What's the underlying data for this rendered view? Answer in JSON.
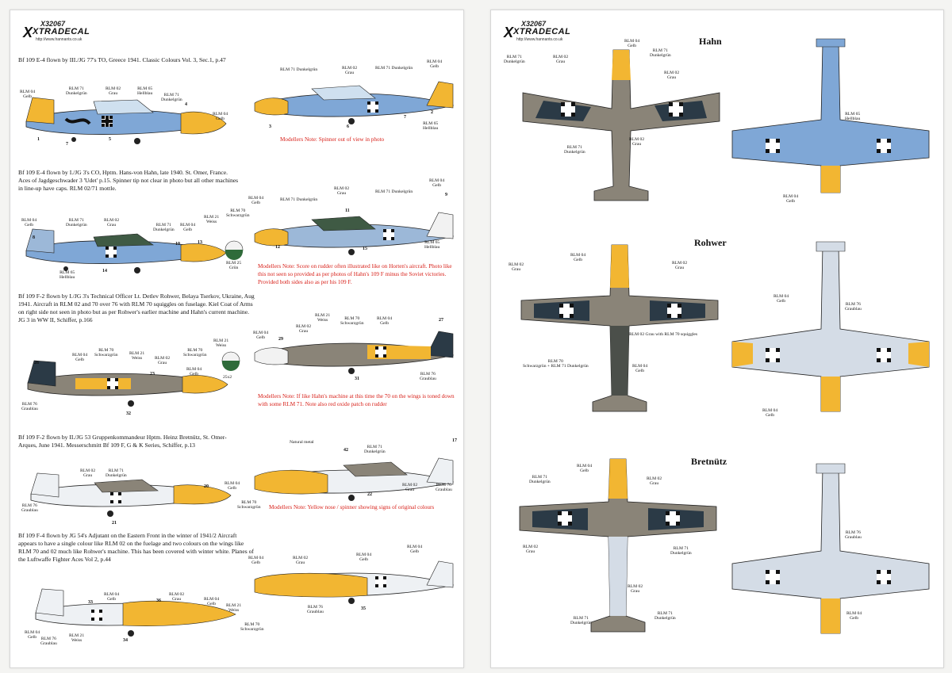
{
  "logo": {
    "code": "X32067",
    "word": "XTRADECAL",
    "url": "http://www.hannants.co.uk"
  },
  "aircraft": [
    {
      "desc": "Bf 109 E-4 flown by III./JG 77's TO, Greece 1941. Classic Colours Vol. 3, Sec.1, p.47",
      "note": "Modellers Note: Spinner out of view in photo"
    },
    {
      "desc": "Bf 109 E-4 flown by I./JG 3's CO, Hptm. Hans-von Hahn, late 1940. St. Omer, France. Aces of Jagdgeschwader 3 'Udet' p.15. Spinner tip not clear in photo but all other machines in line-up have caps. RLM 02/71 mottle.",
      "note": "Modellers Note: Score on rudder often illustrated like on Horten's aircraft. Photo like this not seen so provided as per photos of Hahn's 109 F minus the Soviet victories. Provided both sides also as per his 109 F."
    },
    {
      "desc": "Bf 109 F-2 flown by I./JG 3's Technical Officer Lt. Detlev Rohwer, Belaya Tserkov, Ukraine, Aug 1941. Aircraft in RLM 02 and 70 over 76 with RLM 70 squiggles on fuselage. Kiel Coat of Arms on right side not seen in photo but as per Rohwer's earlier machine and Hahn's current machine. JG 3 in WW II, Schiffer, p.166",
      "note": "Modellers Note: If like Hahn's machine at this time the 70 on the wings is toned down with some RLM 71. Note also red oxide patch on rudder"
    },
    {
      "desc": "Bf 109 F-2 flown by II./JG 53 Gruppenkommandeur Hptm. Heinz Bretnütz, St. Omer-Arques, June 1941. Messerschmitt Bf 109 F, G & K Series, Schiffer, p.13",
      "note": "Modellers Note: Yellow nose / spinner showing signs of original colours"
    },
    {
      "desc": "Bf 109 F-4 flown by JG 54's Adjutant on the Eastern Front in the winter of 1941/2 Aircraft appears to have a single colour like RLM 02 on the fuelage and two colours on the wings like RLM 70 and 02 much like Rohwer's machine. This has been covered with winter white. Planes of the Luftwaffe Fighter Aces Vol 2, p.44",
      "note": ""
    }
  ],
  "plan_names": [
    "Hahn",
    "Rohwer",
    "Bretnütz"
  ],
  "labels": {
    "rlm04": "RLM 04\nGelb",
    "rlm71": "RLM 71\nDunkelgrün",
    "rlm02": "RLM 02\nGrau",
    "rlm65": "RLM 65\nHellblau",
    "rlm70": "RLM 70\nSchwarzgrün",
    "rlm21": "RLM 21\nWeiss",
    "rlm76": "RLM 76\nGraublau",
    "rlm25": "RLM 25\nGrün",
    "rlm71i": "RLM 71 Dunkelgrün",
    "rlm02i": "RLM 02\nGrau",
    "natural": "Natural metal",
    "squiggles": "RLM 02 Grau with RLM 70 squiggles",
    "mix": "RLM 70\nSchwarzgrün + RLM 71 Dunkelgrün",
    "s25x2": "25x2"
  },
  "colors": {
    "yellow": "#f2b632",
    "blue": "#7fa7d6",
    "green": "#3f5a44",
    "grey": "#8a8478",
    "dark": "#2b3a46",
    "white": "#f2f2f2",
    "red": "#d8211a"
  }
}
